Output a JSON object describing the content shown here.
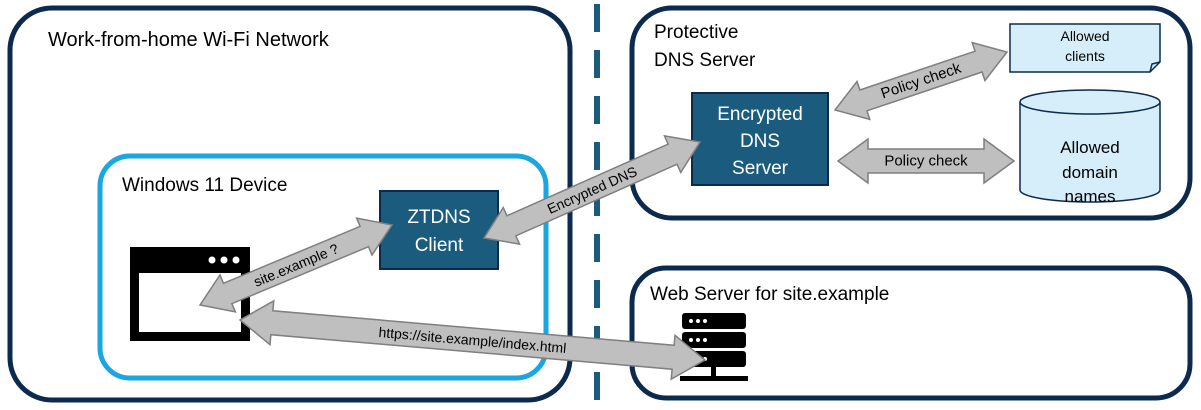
{
  "zones": {
    "home_network": "Work-from-home Wi-Fi Network",
    "protective_dns": [
      "Protective",
      "DNS Server"
    ],
    "web_server_zone": "Web Server for site.example"
  },
  "device": {
    "label": "Windows 11 Device",
    "client": [
      "ZTDNS",
      "Client"
    ]
  },
  "dns_server": {
    "box": [
      "Encrypted",
      "DNS",
      "Server"
    ],
    "allowed_clients": [
      "Allowed",
      "clients"
    ],
    "allowed_domains": [
      "Allowed",
      "domain",
      "names"
    ]
  },
  "arrows": {
    "encrypted_dns": "Encrypted DNS",
    "query": "site.example ?",
    "https": "https://site.example/index.html",
    "policy_check_1": "Policy check",
    "policy_check_2": "Policy check"
  },
  "colors": {
    "outline": "#0b2a4d",
    "device_outline": "#1aa6e0",
    "box_fill": "#1b5c7e",
    "arrow_fill": "#bfbfbf",
    "arrow_stroke": "#7f7f7f",
    "store_fill": "#d6eef9",
    "divider": "#1b5c7e"
  }
}
